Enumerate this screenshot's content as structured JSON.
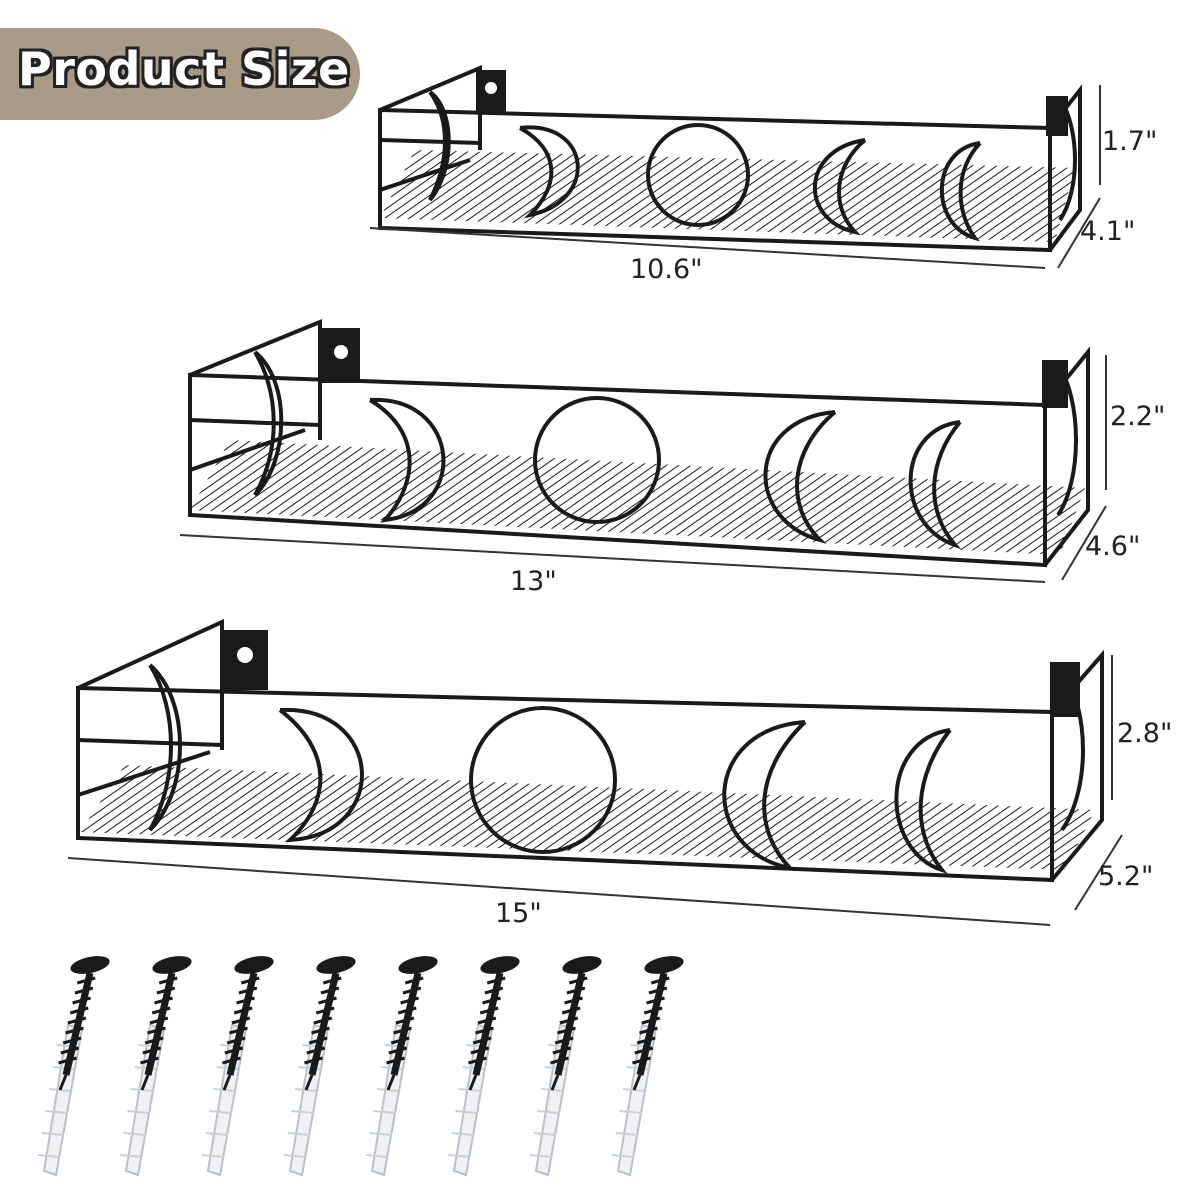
{
  "badge": {
    "label": "Product Size"
  },
  "shelves": [
    {
      "length": "10.6\"",
      "height": "1.7\"",
      "depth": "4.1\""
    },
    {
      "length": "13\"",
      "height": "2.2\"",
      "depth": "4.6\""
    },
    {
      "length": "15\"",
      "height": "2.8\"",
      "depth": "5.2\""
    }
  ],
  "accessories": {
    "screw_count": 8,
    "anchor_count": 8
  },
  "colors": {
    "badge_bg": "#a89a85",
    "wire": "#1a1a1a",
    "badge_text": "#ffffff"
  }
}
